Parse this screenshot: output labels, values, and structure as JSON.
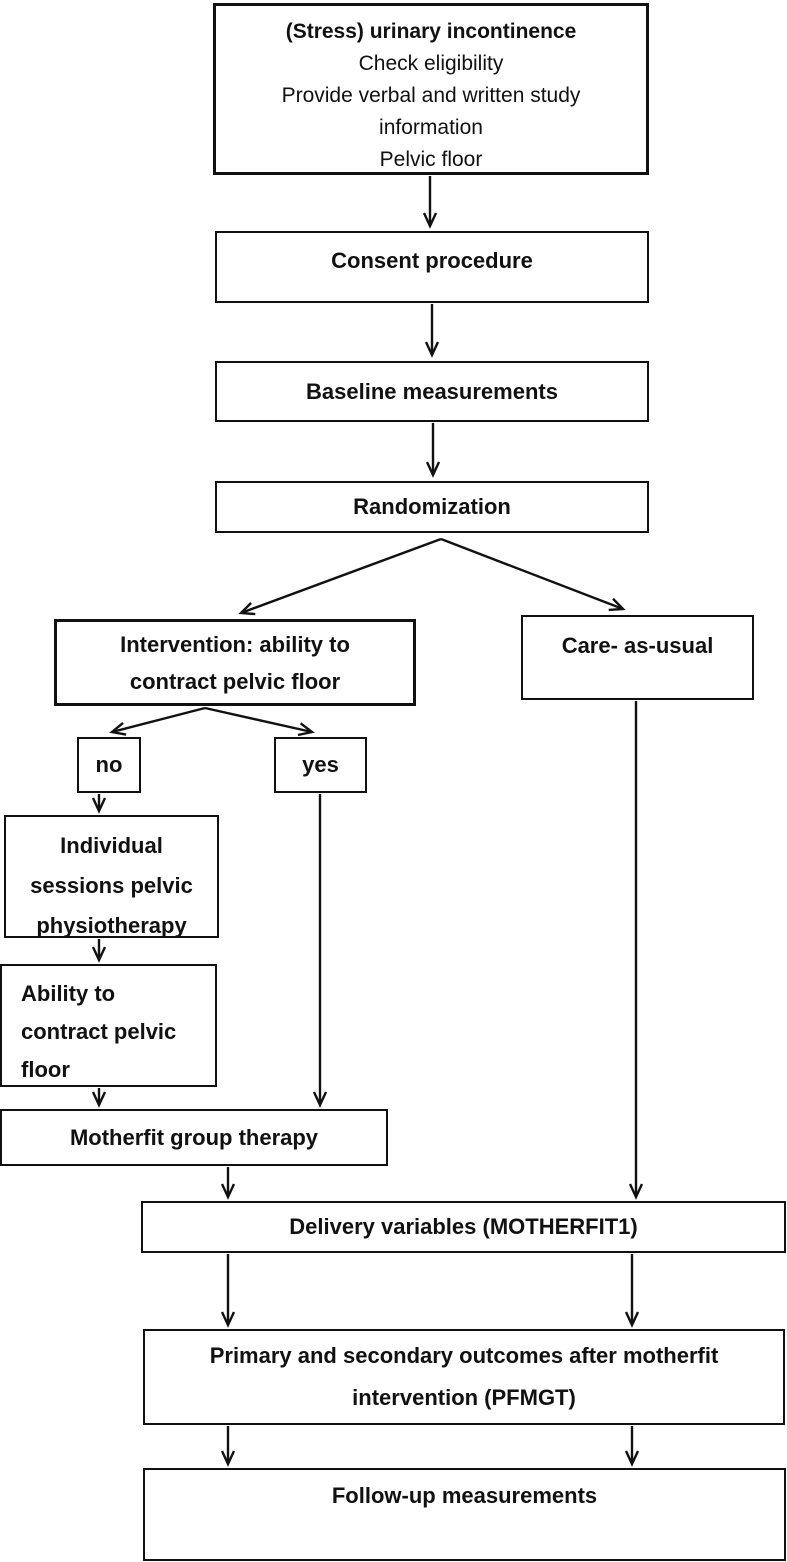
{
  "diagram": {
    "description": "Study flowchart",
    "colors": {
      "line": "#111111",
      "box_border": "#111111",
      "box_background": "#ffffff",
      "text": "#111111"
    },
    "nodes": {
      "screening": {
        "title": "(Stress) urinary incontinence",
        "lines": [
          "Check eligibility",
          "Provide verbal and written study information",
          "Pelvic floor"
        ]
      },
      "consent": {
        "label": "Consent procedure"
      },
      "baseline": {
        "label": "Baseline measurements"
      },
      "randomization": {
        "label": "Randomization"
      },
      "intervention": {
        "label": "Intervention: ability to contract pelvic floor"
      },
      "care_as_usual": {
        "label": "Care- as-usual"
      },
      "branch_no": {
        "label": "no"
      },
      "branch_yes": {
        "label": "yes"
      },
      "individual_sessions": {
        "lines": [
          "Individual",
          "sessions pelvic",
          "physiotherapy"
        ]
      },
      "ability_to_contract": {
        "lines": [
          "Ability to",
          "contract pelvic",
          "floor"
        ]
      },
      "motherfit_group": {
        "label": "Motherfit group therapy"
      },
      "delivery_variables": {
        "label": "Delivery variables (MOTHERFIT1)"
      },
      "primary_outcomes": {
        "lines": [
          "Primary and secondary outcomes after motherfit",
          "intervention (PFMGT)"
        ]
      },
      "followup": {
        "label": "Follow-up measurements"
      }
    }
  }
}
